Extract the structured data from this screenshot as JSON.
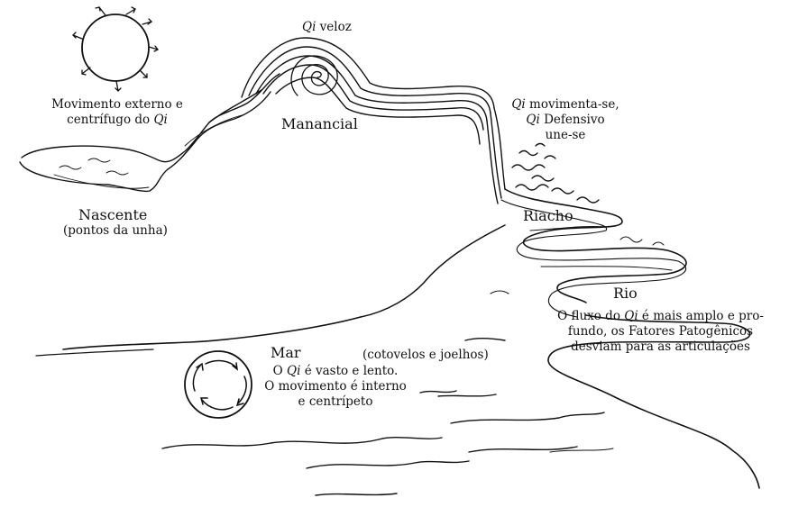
{
  "labels": {
    "qi_veloz": {
      "qi": "Qi",
      "rest": " veloz"
    },
    "movimento_externo": {
      "line1": "Movimento externo e",
      "line2_pre": "centrífugo do ",
      "line2_qi": "Qi"
    },
    "manancial": "Manancial",
    "nascente": "Nascente",
    "nascente_sub": "(pontos da unha)",
    "qi_movimenta": {
      "qi1": "Qi",
      "line1_rest": " movimenta-se,",
      "qi2": "Qi",
      "line2_rest": " Defensivo",
      "line3": "une-se"
    },
    "riacho": "Riacho",
    "rio": "Rio",
    "rio_desc": {
      "line1_pre": "O fluxo do ",
      "line1_qi": "Qi",
      "line1_rest": " é mais amplo e pro-",
      "line2": "fundo, os Fatores Patogênicos",
      "line3": "desviam para as articulações"
    },
    "mar": "Mar",
    "mar_sub": "(cotovelos e joelhos)",
    "mar_desc": {
      "line1_pre": "O ",
      "line1_qi": "Qi",
      "line1_rest": " é vasto e lento.",
      "line2": "O movimento é interno",
      "line3": "e centrípeto"
    }
  },
  "icons": {
    "outward_circle": "outward-arrows-circle-icon",
    "inward_circle": "inward-arrows-circle-icon",
    "spiral": "spiral-icon"
  },
  "colors": {
    "ink": "#111111",
    "background": "#ffffff"
  }
}
